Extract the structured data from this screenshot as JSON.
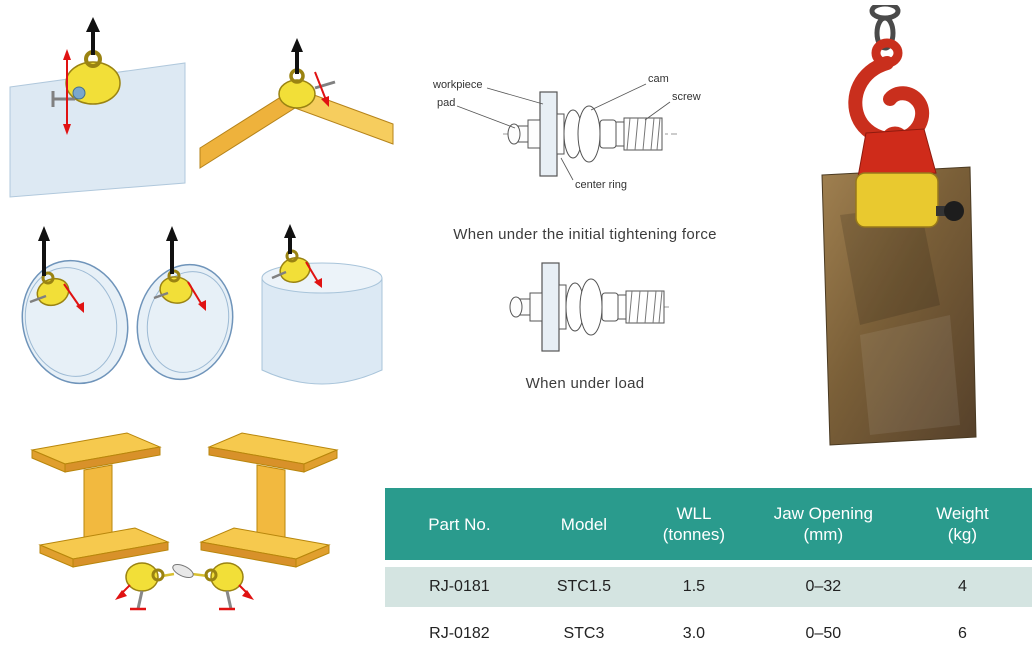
{
  "diagram_labels": {
    "workpiece": "workpiece",
    "pad": "pad",
    "cam": "cam",
    "screw": "screw",
    "center_ring": "center ring"
  },
  "captions": {
    "initial": "When under the initial tightening force",
    "under_load": "When under load"
  },
  "table": {
    "columns": [
      {
        "line1": "Part No.",
        "line2": ""
      },
      {
        "line1": "Model",
        "line2": ""
      },
      {
        "line1": "WLL",
        "line2": "(tonnes)"
      },
      {
        "line1": "Jaw Opening",
        "line2": "(mm)"
      },
      {
        "line1": "Weight",
        "line2": "(kg)"
      }
    ],
    "rows": [
      {
        "part_no": "RJ-0181",
        "model": "STC1.5",
        "wll": "1.5",
        "jaw_opening": "0–32",
        "weight": "4"
      },
      {
        "part_no": "RJ-0182",
        "model": "STC3",
        "wll": "3.0",
        "jaw_opening": "0–50",
        "weight": "6"
      }
    ]
  },
  "colors": {
    "table_header_bg": "#2a9b8d",
    "table_alt_row_bg": "#d4e4e1",
    "clamp_yellow": "#f2df38",
    "beam_orange": "#f6c94e",
    "plate_blue": "#dde9f3",
    "arrow_red": "#e01212",
    "arrow_black": "#111111",
    "photo_red": "#c92f1d",
    "photo_plate_brown": "#7a5f38"
  }
}
